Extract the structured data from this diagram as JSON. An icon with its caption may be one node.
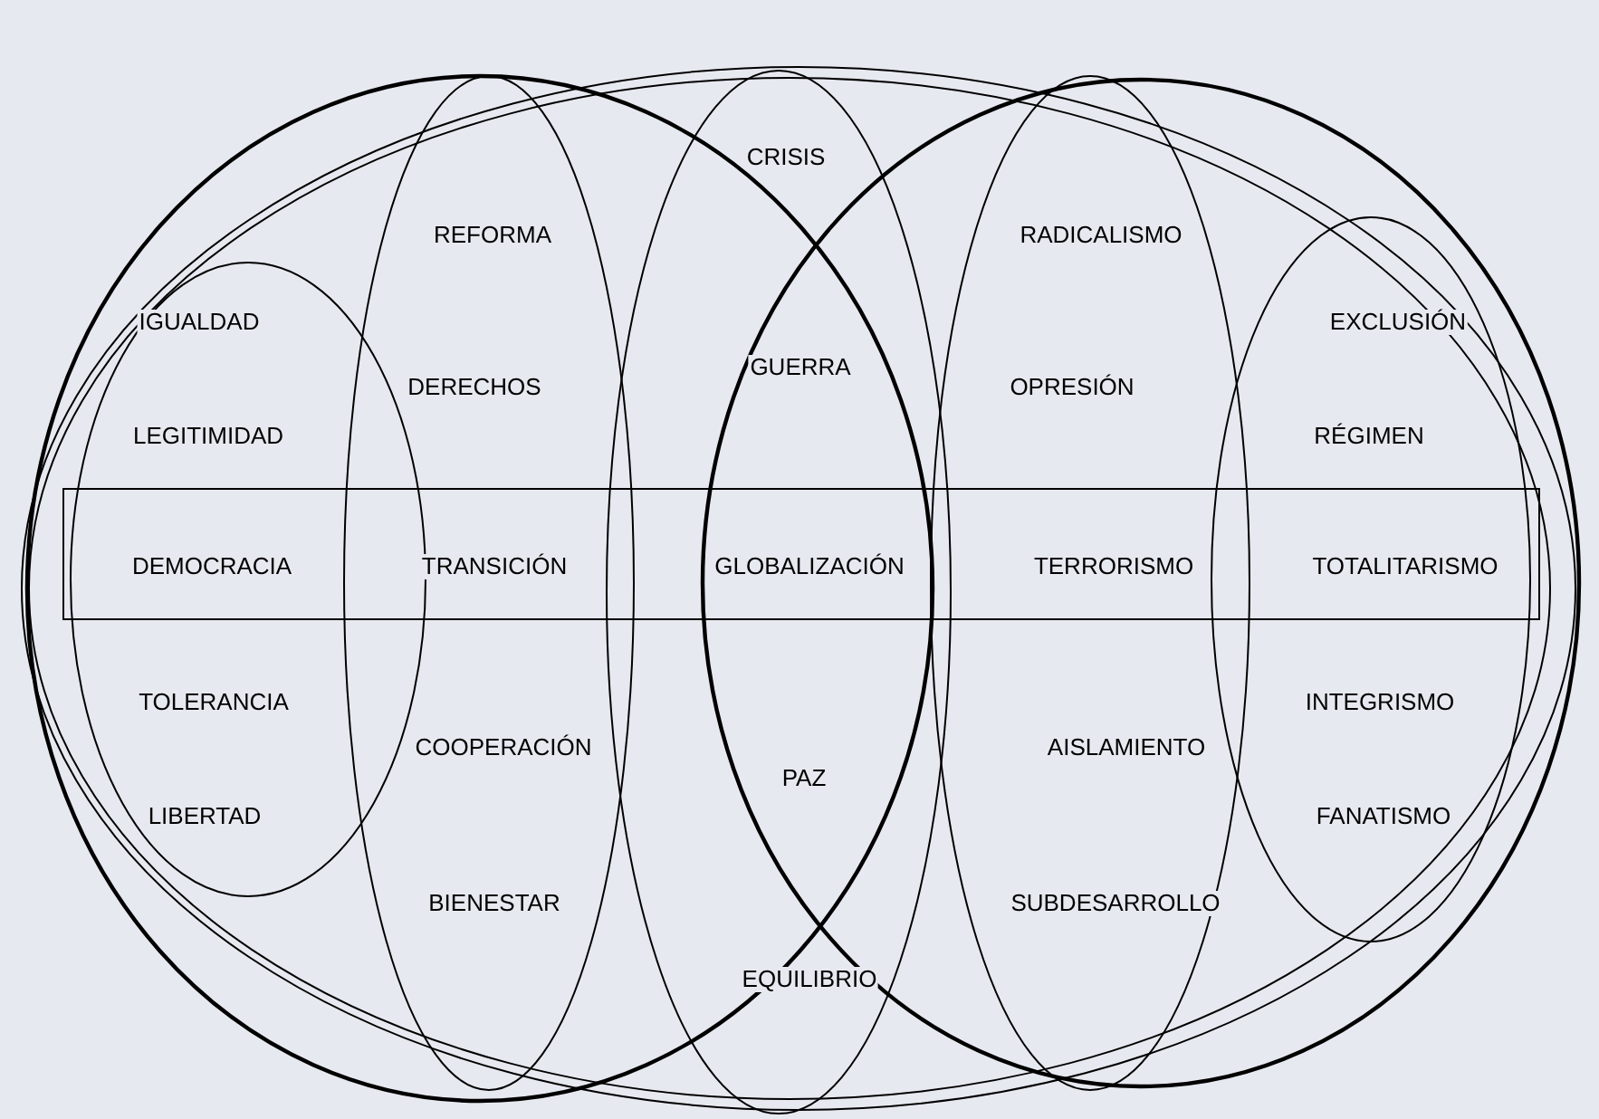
{
  "diagram": {
    "labels": [
      "CRISIS",
      "REFORMA",
      "RADICALISMO",
      "IGUALDAD",
      "EXCLUSIÓN",
      "GUERRA",
      "DERECHOS",
      "OPRESIÓN",
      "LEGITIMIDAD",
      "RÉGIMEN",
      "DEMOCRACIA",
      "TRANSICIÓN",
      "GLOBALIZACIÓN",
      "TERRORISMO",
      "TOTALITARISMO",
      "TOLERANCIA",
      "INTEGRISMO",
      "COOPERACIÓN",
      "AISLAMIENTO",
      "PAZ",
      "LIBERTAD",
      "FANATISMO",
      "BIENESTAR",
      "SUBDESARROLLO",
      "EQUILIBRIO"
    ]
  }
}
